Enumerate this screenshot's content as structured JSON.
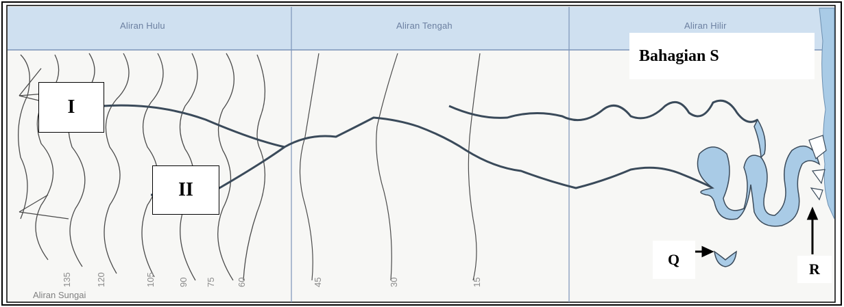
{
  "zones": {
    "upper": "Aliran Hulu",
    "middle": "Aliran Tengah",
    "lower": "Aliran Hilir"
  },
  "callouts": {
    "i": "I",
    "ii": "II",
    "s": "Bahagian S",
    "q": "Q",
    "r": "R"
  },
  "contours": [
    "135",
    "120",
    "105",
    "90",
    "75",
    "60",
    "45",
    "30",
    "15"
  ],
  "footer": "Aliran Sungai",
  "colors": {
    "water": "#a9cbe6",
    "river_outline": "#3a4a5a",
    "header": "#cfe0f0",
    "grid": "#7a93b8"
  }
}
